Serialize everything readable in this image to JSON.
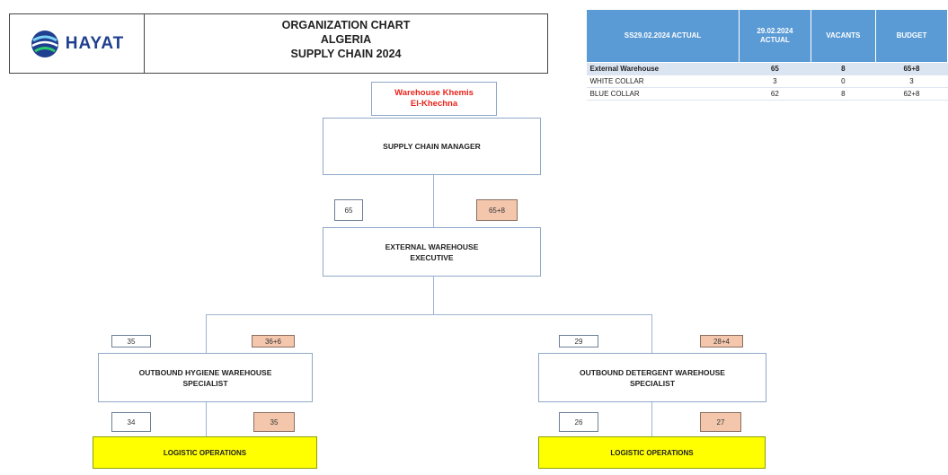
{
  "header": {
    "logo_text": "HAYAT",
    "title_line1": "ORGANIZATION CHART",
    "title_line2": "ALGERIA",
    "title_line3": "SUPPLY CHAIN 2024"
  },
  "stats_table": {
    "headers": [
      "SS29.02.2024 ACTUAL",
      "29.02.2024 ACTUAL",
      "VACANTS",
      "BUDGET"
    ],
    "rows": [
      {
        "label": "External Warehouse",
        "actual": "65",
        "vacants": "8",
        "budget": "65+8"
      },
      {
        "label": "WHITE COLLAR",
        "actual": "3",
        "vacants": "0",
        "budget": "3"
      },
      {
        "label": "BLUE COLLAR",
        "actual": "62",
        "vacants": "8",
        "budget": "62+8"
      }
    ]
  },
  "org": {
    "warehouse_label_line1": "Warehouse Khemis",
    "warehouse_label_line2": "El-Khechna",
    "manager": "SUPPLY CHAIN MANAGER",
    "manager_actual": "65",
    "manager_budget": "65+8",
    "executive_line1": "EXTERNAL WAREHOUSE",
    "executive_line2": "EXECUTIVE",
    "left": {
      "top_actual": "35",
      "top_budget": "36+6",
      "specialist_line1": "OUTBOUND HYGIENE WAREHOUSE",
      "specialist_line2": "SPECIALIST",
      "bottom_actual": "34",
      "bottom_budget": "35",
      "ops": "LOGISTIC OPERATIONS"
    },
    "right": {
      "top_actual": "29",
      "top_budget": "28+4",
      "specialist_line1": "OUTBOUND DETERGENT WAREHOUSE",
      "specialist_line2": "SPECIALIST",
      "bottom_actual": "26",
      "bottom_budget": "27",
      "ops": "LOGISTIC OPERATIONS"
    }
  },
  "colors": {
    "table_header": "#5b9bd5",
    "budget_fill": "#f4c7ad",
    "ops_fill": "#ffff00",
    "warehouse_text": "#e8231c",
    "logo_blue": "#1f3f8f"
  }
}
